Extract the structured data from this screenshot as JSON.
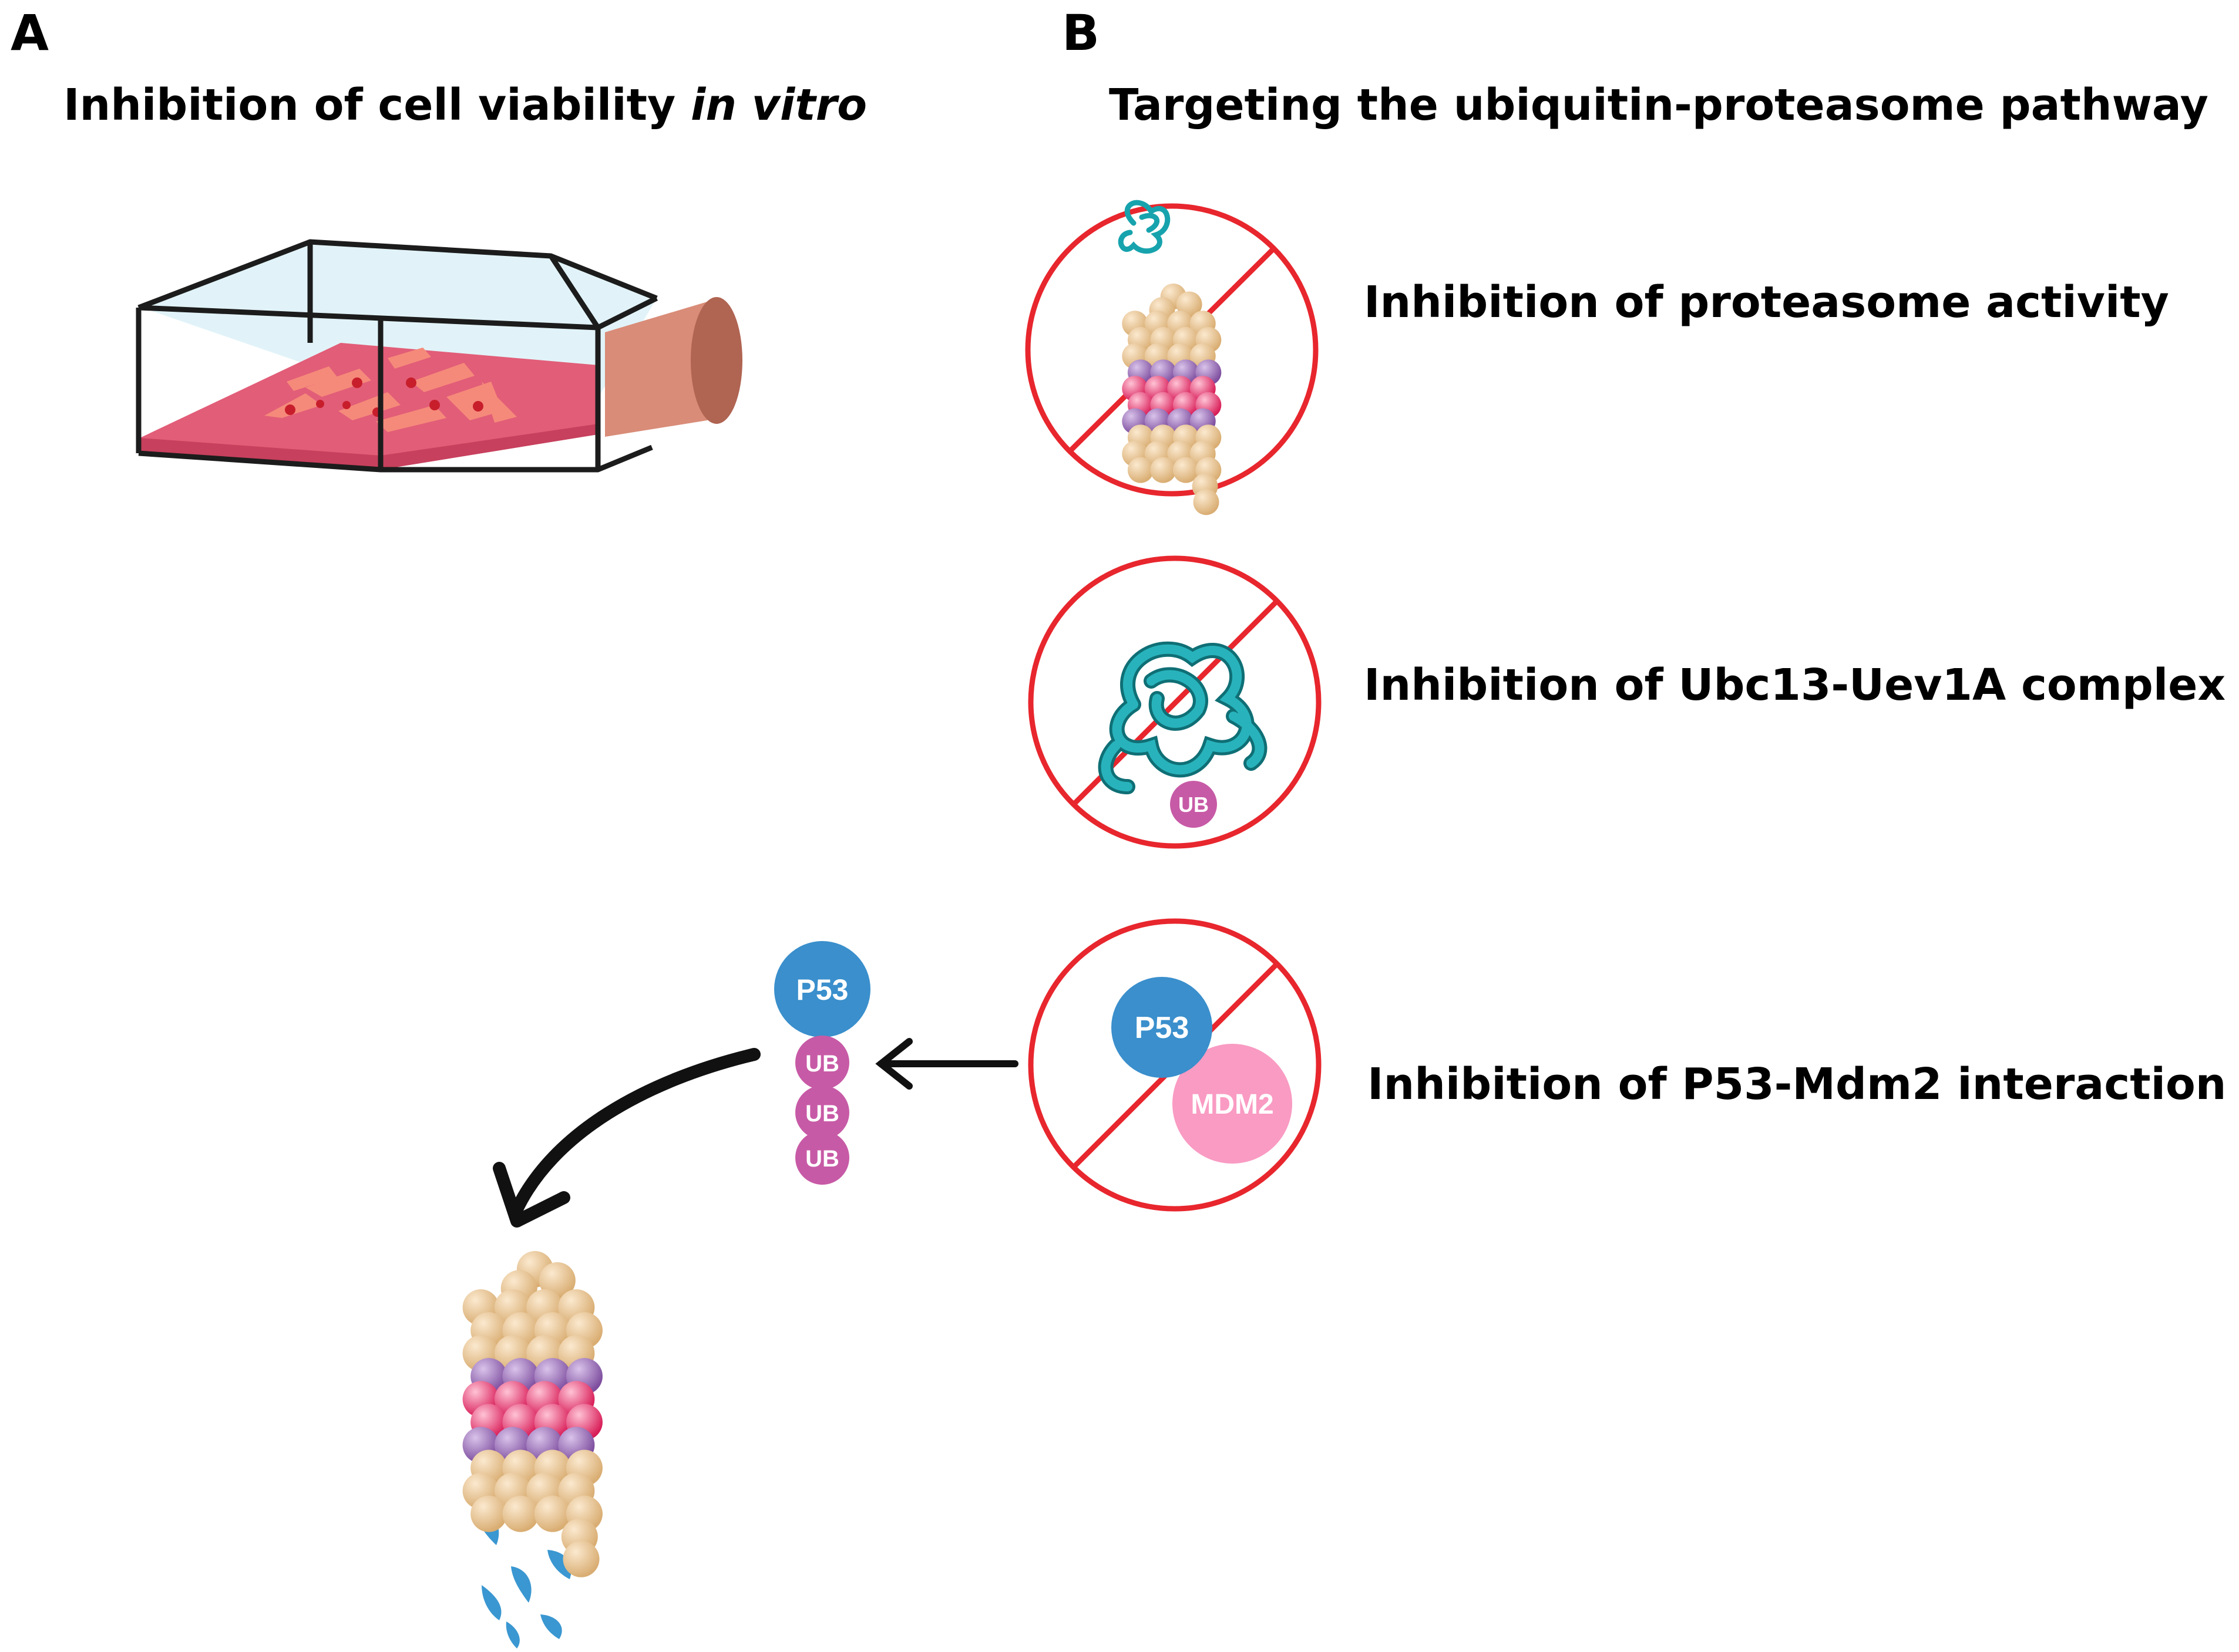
{
  "panel_a": {
    "letter": "A",
    "title_main": "Inhibition of cell viability ",
    "title_italic": "in vitro"
  },
  "panel_b": {
    "letter": "B",
    "title": "Targeting the ubiquitin-proteasome pathway",
    "items": [
      {
        "label": "Inhibition of proteasome activity"
      },
      {
        "label": "Inhibition of Ubc13-Uev1A complex"
      },
      {
        "label": "Inhibition of P53-Mdm2 interaction"
      }
    ]
  },
  "molecules": {
    "p53": "P53",
    "mdm2": "MDM2",
    "ub": "UB"
  },
  "colors": {
    "prohibition_red": "#e8262d",
    "p53_blue": "#3a8fcc",
    "mdm2_pink": "#f99bc3",
    "ub_magenta": "#c75aa6",
    "polypeptide_teal": "#17a3ad",
    "proteasome_tan": "#e6c28f",
    "proteasome_purple": "#9a68b4",
    "proteasome_red": "#e83a6b",
    "flask_medium": "#e25d78",
    "flask_glass": "#dcf1f7",
    "flask_cap": "#d98c78",
    "fragment_blue": "#3a97d1"
  }
}
